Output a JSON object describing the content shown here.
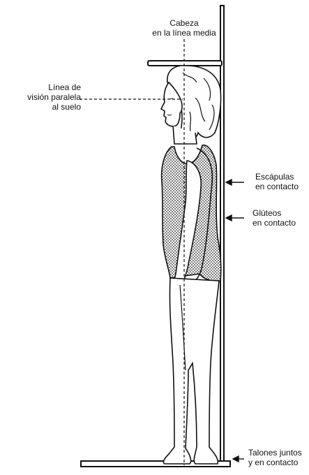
{
  "labels": {
    "head": [
      "Cabeza",
      "en la línea media"
    ],
    "sight": [
      "Línea de",
      "visión paralela",
      "al suelo"
    ],
    "scapulae": [
      "Escápulas",
      "en contacto"
    ],
    "gluteos": [
      "Glúteos",
      "en contacto"
    ],
    "heels": [
      "Talones juntos",
      "y en contacto"
    ]
  },
  "colors": {
    "ink": "#111111",
    "fill": "#555555",
    "background": "#ffffff"
  }
}
